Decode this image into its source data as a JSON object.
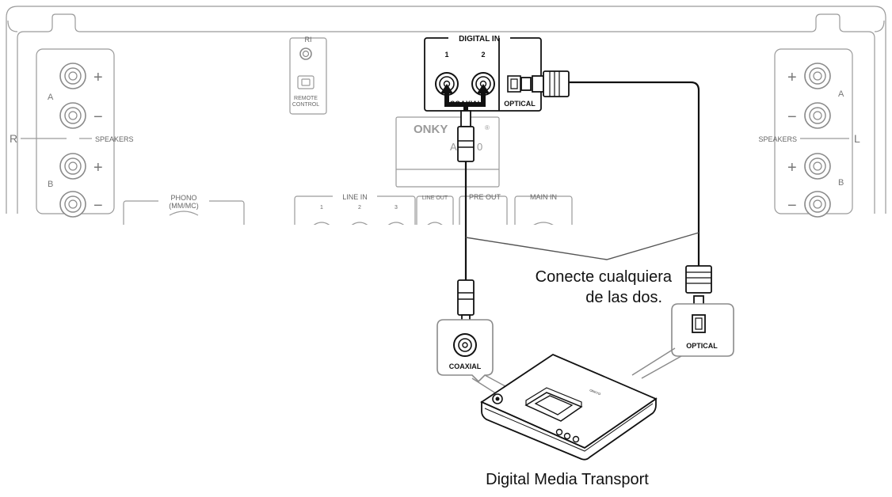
{
  "rear_panel": {
    "digital_in_label": "DIGITAL IN",
    "coax_port_1": "1",
    "coax_port_2": "2",
    "coaxial_label": "COAXIAL",
    "optical_label": "OPTICAL",
    "ri_label": "RI",
    "remote_control_line1": "REMOTE",
    "remote_control_line2": "CONTROL",
    "brand_partial": "ONKY",
    "model_partial_left": "A",
    "model_partial_right": "0",
    "registered_mark": "®",
    "speakers_left_label": "SPEAKERS",
    "speakers_right_label": "SPEAKERS",
    "channel_r": "R",
    "channel_l": "L",
    "group_a": "A",
    "group_b": "B",
    "plus": "+",
    "minus": "−",
    "phono_line1": "PHONO",
    "phono_line2": "(MM/MC)",
    "line_in_label": "LINE IN",
    "line_in_1": "1",
    "line_in_2": "2",
    "line_in_3": "3",
    "line_out_label": "LINE OUT",
    "pre_out_label": "PRE OUT",
    "main_in_label": "MAIN IN"
  },
  "device": {
    "coaxial_label": "COAXIAL",
    "optical_label": "OPTICAL",
    "brand_small": "ONKYO",
    "caption": "Digital Media Transport"
  },
  "note": {
    "line1": "Conecte cualquiera",
    "line2": "de las dos."
  }
}
